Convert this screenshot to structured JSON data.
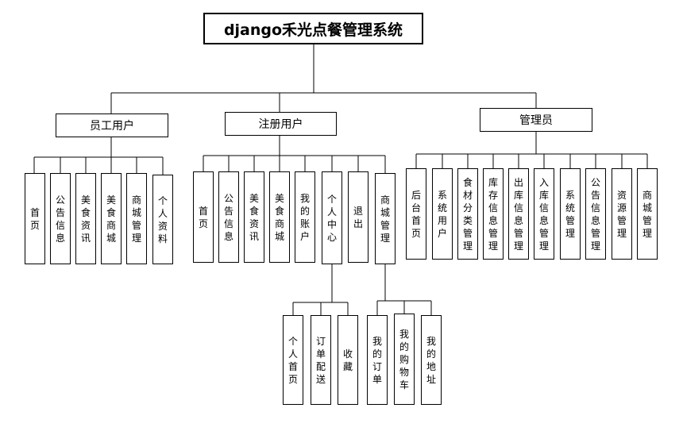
{
  "title": "django禾光点餐管理系统",
  "groups": [
    {
      "label": "员工用户",
      "items": [
        "首页",
        "公告信息",
        "美食资讯",
        "美食商城",
        "商城管理",
        "个人资料"
      ]
    },
    {
      "label": "注册用户",
      "items": [
        "首页",
        "公告信息",
        "美食资讯",
        "美食商城",
        "我的账户",
        "个人中心",
        "退出",
        "商城管理"
      ]
    },
    {
      "label": "管理员",
      "items": [
        "后台首页",
        "系统用户",
        "食材分类管理",
        "库存信息管理",
        "出库信息管理",
        "入库信息管理",
        "系统管理",
        "公告信息管理",
        "资源管理",
        "商城管理"
      ]
    }
  ],
  "sub": {
    "personal_center": [
      "个人首页",
      "订单配送",
      "收藏"
    ],
    "mall_management": [
      "我的订单",
      "我的购物车",
      "我的地址"
    ]
  }
}
